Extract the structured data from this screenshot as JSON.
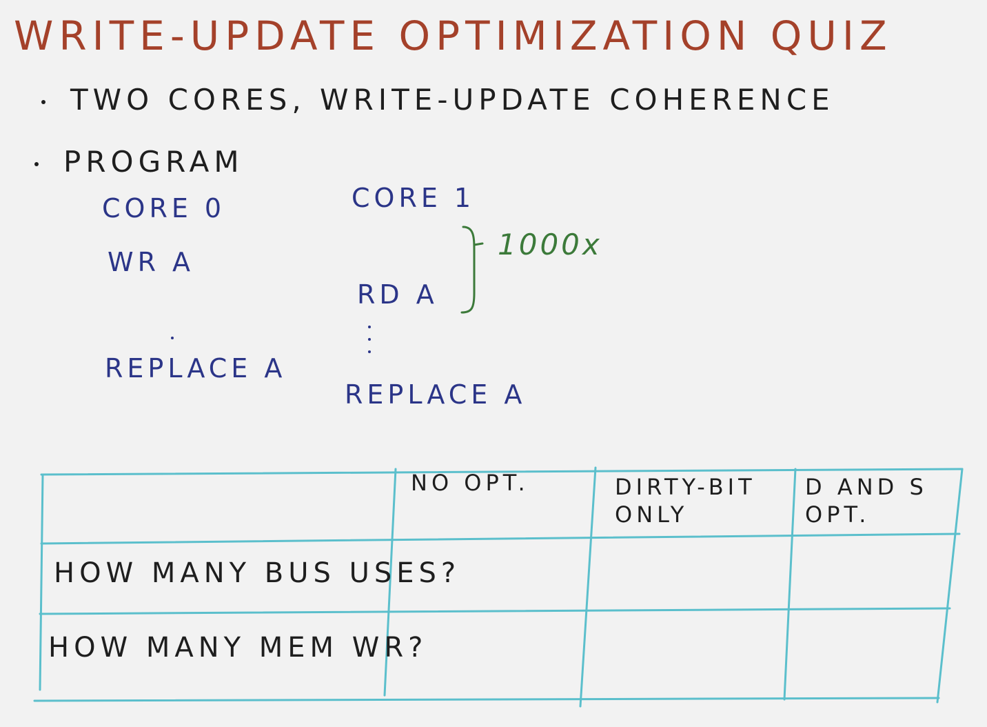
{
  "title": "WRITE-UPDATE OPTIMIZATION QUIZ",
  "bullets": [
    "TWO CORES, WRITE-UPDATE COHERENCE",
    "PROGRAM"
  ],
  "program": {
    "core0_label": "CORE 0",
    "core1_label": "CORE 1",
    "core0_write": "WR A",
    "core1_read": "RD A",
    "repeat_note": "1000x",
    "core0_replace": "REPLACE A",
    "core1_replace": "REPLACE A"
  },
  "table": {
    "columns": [
      "",
      "NO OPT.",
      "DIRTY-BIT ONLY",
      "D AND S OPT."
    ],
    "rows": [
      {
        "label": "HOW MANY BUS USES?",
        "cells": [
          "",
          "",
          ""
        ]
      },
      {
        "label": "HOW MANY MEM WR?",
        "cells": [
          "",
          "",
          ""
        ]
      }
    ]
  },
  "colors": {
    "title": "#a4412a",
    "program_text": "#2b3588",
    "annotation": "#3c7a3a",
    "grid": "#5bbfcc",
    "ink": "#1e1e1e"
  }
}
